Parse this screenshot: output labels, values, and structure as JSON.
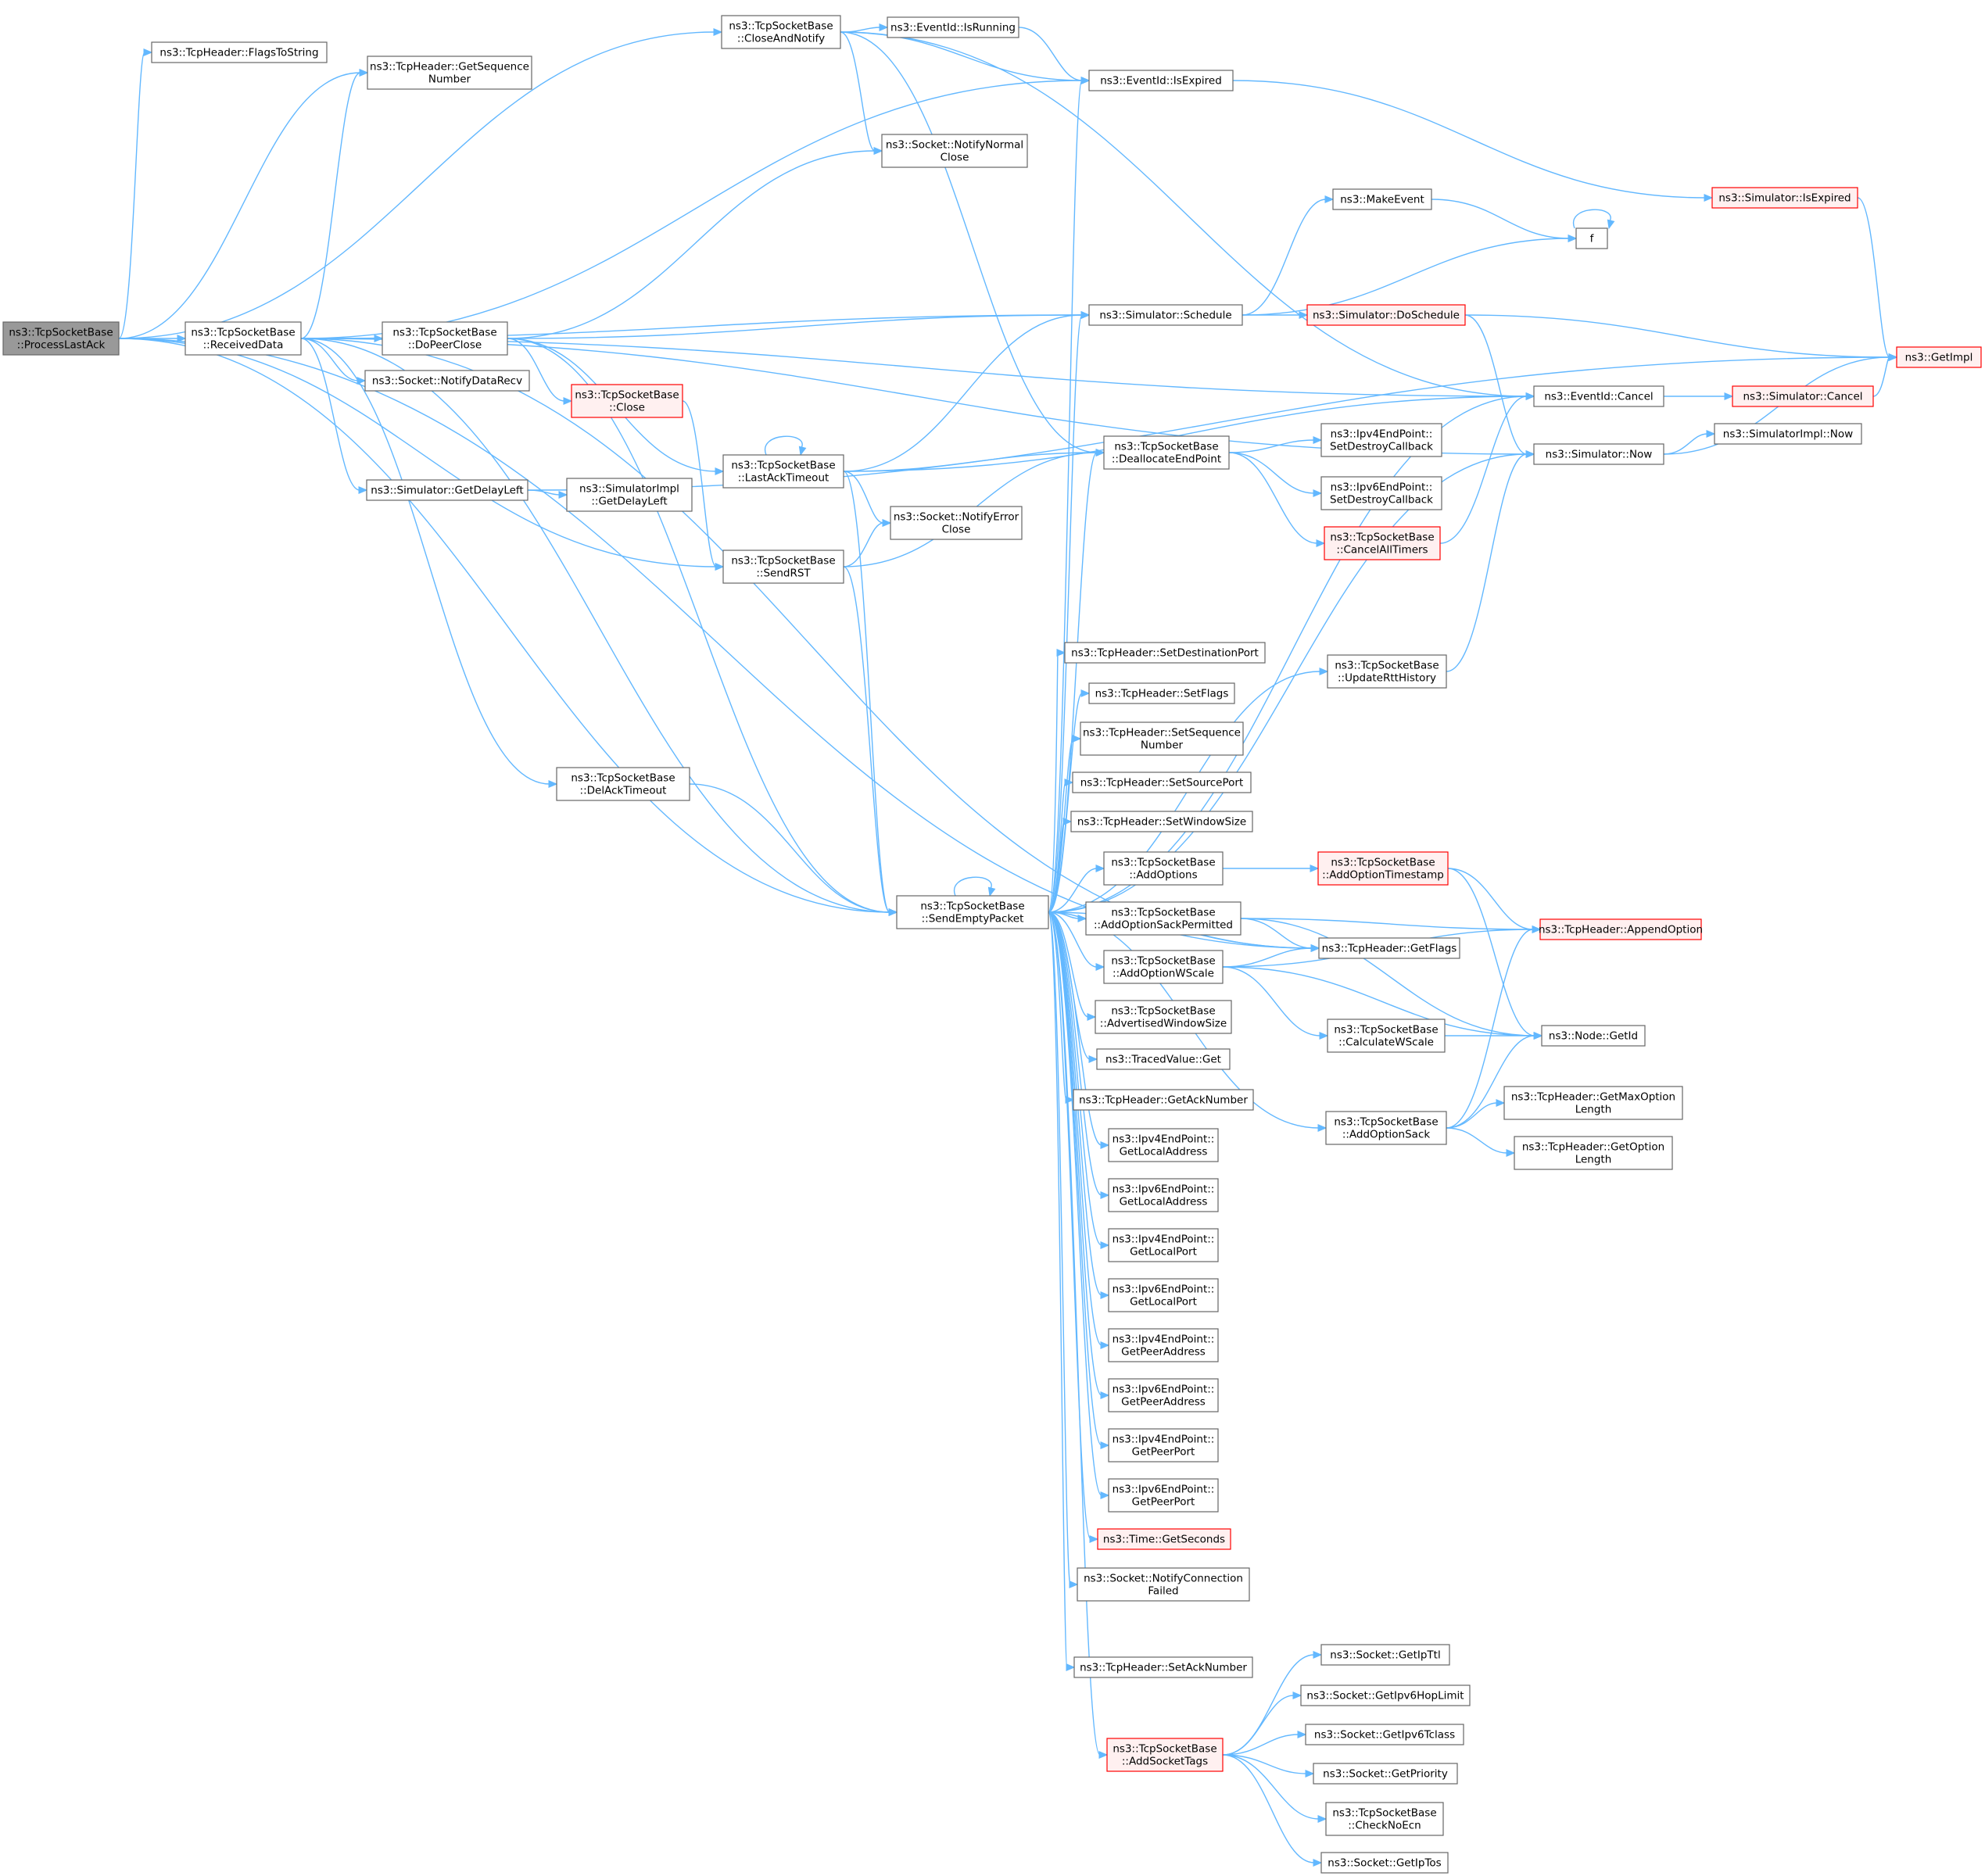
{
  "colors": {
    "edge": "#63b8ff",
    "node_fill": "#ffffff",
    "node_border": "#666666",
    "root_fill": "#999999",
    "root_border": "#666666",
    "truncated_fill": "#fff0f0",
    "truncated_border": "#ff0000",
    "text": "#000000"
  },
  "nodes": [
    {
      "id": "process_last_ack",
      "lines": [
        "ns3::TcpSocketBase",
        "::ProcessLastAck"
      ],
      "style": "root"
    },
    {
      "id": "flags_to_string",
      "lines": [
        "ns3::TcpHeader::FlagsToString"
      ],
      "style": "normal"
    },
    {
      "id": "get_sequence_number",
      "lines": [
        "ns3::TcpHeader::GetSequence",
        "Number"
      ],
      "style": "normal"
    },
    {
      "id": "close_and_notify",
      "lines": [
        "ns3::TcpSocketBase",
        "::CloseAndNotify"
      ],
      "style": "normal"
    },
    {
      "id": "received_data",
      "lines": [
        "ns3::TcpSocketBase",
        "::ReceivedData"
      ],
      "style": "normal"
    },
    {
      "id": "is_running",
      "lines": [
        "ns3::EventId::IsRunning"
      ],
      "style": "normal"
    },
    {
      "id": "event_is_expired",
      "lines": [
        "ns3::EventId::IsExpired"
      ],
      "style": "normal"
    },
    {
      "id": "notify_normal_close",
      "lines": [
        "ns3::Socket::NotifyNormal",
        "Close"
      ],
      "style": "normal"
    },
    {
      "id": "sim_is_expired",
      "lines": [
        "ns3::Simulator::IsExpired"
      ],
      "style": "truncated"
    },
    {
      "id": "make_event",
      "lines": [
        "ns3::MakeEvent"
      ],
      "style": "normal"
    },
    {
      "id": "f",
      "lines": [
        "f"
      ],
      "style": "normal"
    },
    {
      "id": "schedule",
      "lines": [
        "ns3::Simulator::Schedule"
      ],
      "style": "normal"
    },
    {
      "id": "do_schedule",
      "lines": [
        "ns3::Simulator::DoSchedule"
      ],
      "style": "truncated"
    },
    {
      "id": "get_impl",
      "lines": [
        "ns3::GetImpl"
      ],
      "style": "truncated"
    },
    {
      "id": "do_peer_close",
      "lines": [
        "ns3::TcpSocketBase",
        "::DoPeerClose"
      ],
      "style": "normal"
    },
    {
      "id": "notify_data_recv",
      "lines": [
        "ns3::Socket::NotifyDataRecv"
      ],
      "style": "normal"
    },
    {
      "id": "tsb_close",
      "lines": [
        "ns3::TcpSocketBase",
        "::Close"
      ],
      "style": "truncated"
    },
    {
      "id": "event_cancel",
      "lines": [
        "ns3::EventId::Cancel"
      ],
      "style": "normal"
    },
    {
      "id": "sim_cancel",
      "lines": [
        "ns3::Simulator::Cancel"
      ],
      "style": "truncated"
    },
    {
      "id": "dealloc_endpoint",
      "lines": [
        "ns3::TcpSocketBase",
        "::DeallocateEndPoint"
      ],
      "style": "normal"
    },
    {
      "id": "v4_set_destroy",
      "lines": [
        "ns3::Ipv4EndPoint::",
        "SetDestroyCallback"
      ],
      "style": "normal"
    },
    {
      "id": "sim_now",
      "lines": [
        "ns3::Simulator::Now"
      ],
      "style": "normal"
    },
    {
      "id": "simimpl_now",
      "lines": [
        "ns3::SimulatorImpl::Now"
      ],
      "style": "normal"
    },
    {
      "id": "last_ack_timeout",
      "lines": [
        "ns3::TcpSocketBase",
        "::LastAckTimeout"
      ],
      "style": "normal"
    },
    {
      "id": "get_delay_left",
      "lines": [
        "ns3::Simulator::GetDelayLeft"
      ],
      "style": "normal"
    },
    {
      "id": "simimpl_get_delay_left",
      "lines": [
        "ns3::SimulatorImpl",
        "::GetDelayLeft"
      ],
      "style": "normal"
    },
    {
      "id": "v6_set_destroy",
      "lines": [
        "ns3::Ipv6EndPoint::",
        "SetDestroyCallback"
      ],
      "style": "normal"
    },
    {
      "id": "notify_error_close",
      "lines": [
        "ns3::Socket::NotifyError",
        "Close"
      ],
      "style": "normal"
    },
    {
      "id": "cancel_all_timers",
      "lines": [
        "ns3::TcpSocketBase",
        "::CancelAllTimers"
      ],
      "style": "truncated"
    },
    {
      "id": "send_rst",
      "lines": [
        "ns3::TcpSocketBase",
        "::SendRST"
      ],
      "style": "normal"
    },
    {
      "id": "set_destination_port",
      "lines": [
        "ns3::TcpHeader::SetDestinationPort"
      ],
      "style": "normal"
    },
    {
      "id": "update_rtt_history",
      "lines": [
        "ns3::TcpSocketBase",
        "::UpdateRttHistory"
      ],
      "style": "normal"
    },
    {
      "id": "set_flags",
      "lines": [
        "ns3::TcpHeader::SetFlags"
      ],
      "style": "normal"
    },
    {
      "id": "set_sequence_number",
      "lines": [
        "ns3::TcpHeader::SetSequence",
        "Number"
      ],
      "style": "normal"
    },
    {
      "id": "set_source_port",
      "lines": [
        "ns3::TcpHeader::SetSourcePort"
      ],
      "style": "normal"
    },
    {
      "id": "del_ack_timeout",
      "lines": [
        "ns3::TcpSocketBase",
        "::DelAckTimeout"
      ],
      "style": "normal"
    },
    {
      "id": "set_window_size",
      "lines": [
        "ns3::TcpHeader::SetWindowSize"
      ],
      "style": "normal"
    },
    {
      "id": "add_options",
      "lines": [
        "ns3::TcpSocketBase",
        "::AddOptions"
      ],
      "style": "normal"
    },
    {
      "id": "add_option_timestamp",
      "lines": [
        "ns3::TcpSocketBase",
        "::AddOptionTimestamp"
      ],
      "style": "truncated"
    },
    {
      "id": "send_empty_packet",
      "lines": [
        "ns3::TcpSocketBase",
        "::SendEmptyPacket"
      ],
      "style": "normal"
    },
    {
      "id": "add_option_sack_permitted",
      "lines": [
        "ns3::TcpSocketBase",
        "::AddOptionSackPermitted"
      ],
      "style": "normal"
    },
    {
      "id": "append_option",
      "lines": [
        "ns3::TcpHeader::AppendOption"
      ],
      "style": "truncated"
    },
    {
      "id": "get_flags",
      "lines": [
        "ns3::TcpHeader::GetFlags"
      ],
      "style": "normal"
    },
    {
      "id": "add_option_wscale",
      "lines": [
        "ns3::TcpSocketBase",
        "::AddOptionWScale"
      ],
      "style": "normal"
    },
    {
      "id": "advertised_window_size",
      "lines": [
        "ns3::TcpSocketBase",
        "::AdvertisedWindowSize"
      ],
      "style": "normal"
    },
    {
      "id": "calculate_wscale",
      "lines": [
        "ns3::TcpSocketBase",
        "::CalculateWScale"
      ],
      "style": "normal"
    },
    {
      "id": "node_get_id",
      "lines": [
        "ns3::Node::GetId"
      ],
      "style": "normal"
    },
    {
      "id": "traced_value_get",
      "lines": [
        "ns3::TracedValue::Get"
      ],
      "style": "normal"
    },
    {
      "id": "get_ack_number",
      "lines": [
        "ns3::TcpHeader::GetAckNumber"
      ],
      "style": "normal"
    },
    {
      "id": "get_max_option_length",
      "lines": [
        "ns3::TcpHeader::GetMaxOption",
        "Length"
      ],
      "style": "normal"
    },
    {
      "id": "add_option_sack",
      "lines": [
        "ns3::TcpSocketBase",
        "::AddOptionSack"
      ],
      "style": "normal"
    },
    {
      "id": "v4_get_local_address",
      "lines": [
        "ns3::Ipv4EndPoint::",
        "GetLocalAddress"
      ],
      "style": "normal"
    },
    {
      "id": "get_option_length",
      "lines": [
        "ns3::TcpHeader::GetOption",
        "Length"
      ],
      "style": "normal"
    },
    {
      "id": "v6_get_local_address",
      "lines": [
        "ns3::Ipv6EndPoint::",
        "GetLocalAddress"
      ],
      "style": "normal"
    },
    {
      "id": "v4_get_local_port",
      "lines": [
        "ns3::Ipv4EndPoint::",
        "GetLocalPort"
      ],
      "style": "normal"
    },
    {
      "id": "v6_get_local_port",
      "lines": [
        "ns3::Ipv6EndPoint::",
        "GetLocalPort"
      ],
      "style": "normal"
    },
    {
      "id": "v4_get_peer_address",
      "lines": [
        "ns3::Ipv4EndPoint::",
        "GetPeerAddress"
      ],
      "style": "normal"
    },
    {
      "id": "v6_get_peer_address",
      "lines": [
        "ns3::Ipv6EndPoint::",
        "GetPeerAddress"
      ],
      "style": "normal"
    },
    {
      "id": "v4_get_peer_port",
      "lines": [
        "ns3::Ipv4EndPoint::",
        "GetPeerPort"
      ],
      "style": "normal"
    },
    {
      "id": "v6_get_peer_port",
      "lines": [
        "ns3::Ipv6EndPoint::",
        "GetPeerPort"
      ],
      "style": "normal"
    },
    {
      "id": "time_get_seconds",
      "lines": [
        "ns3::Time::GetSeconds"
      ],
      "style": "truncated"
    },
    {
      "id": "notify_connection_failed",
      "lines": [
        "ns3::Socket::NotifyConnection",
        "Failed"
      ],
      "style": "normal"
    },
    {
      "id": "set_ack_number",
      "lines": [
        "ns3::TcpHeader::SetAckNumber"
      ],
      "style": "normal"
    },
    {
      "id": "get_ip_ttl",
      "lines": [
        "ns3::Socket::GetIpTtl"
      ],
      "style": "normal"
    },
    {
      "id": "get_ipv6_hop_limit",
      "lines": [
        "ns3::Socket::GetIpv6HopLimit"
      ],
      "style": "normal"
    },
    {
      "id": "add_socket_tags",
      "lines": [
        "ns3::TcpSocketBase",
        "::AddSocketTags"
      ],
      "style": "truncated"
    },
    {
      "id": "get_ipv6_tclass",
      "lines": [
        "ns3::Socket::GetIpv6Tclass"
      ],
      "style": "normal"
    },
    {
      "id": "get_priority",
      "lines": [
        "ns3::Socket::GetPriority"
      ],
      "style": "normal"
    },
    {
      "id": "check_no_ecn",
      "lines": [
        "ns3::TcpSocketBase",
        "::CheckNoEcn"
      ],
      "style": "normal"
    },
    {
      "id": "get_ip_tos",
      "lines": [
        "ns3::Socket::GetIpTos"
      ],
      "style": "normal"
    }
  ],
  "edges": [
    [
      "process_last_ack",
      "received_data"
    ],
    [
      "process_last_ack",
      "flags_to_string"
    ],
    [
      "process_last_ack",
      "get_sequence_number"
    ],
    [
      "process_last_ack",
      "close_and_notify"
    ],
    [
      "process_last_ack",
      "send_rst"
    ],
    [
      "process_last_ack",
      "send_empty_packet"
    ],
    [
      "process_last_ack",
      "get_flags"
    ],
    [
      "close_and_notify",
      "is_running"
    ],
    [
      "close_and_notify",
      "event_is_expired"
    ],
    [
      "close_and_notify",
      "notify_normal_close"
    ],
    [
      "close_and_notify",
      "event_cancel"
    ],
    [
      "close_and_notify",
      "dealloc_endpoint"
    ],
    [
      "is_running",
      "event_is_expired"
    ],
    [
      "event_is_expired",
      "sim_is_expired"
    ],
    [
      "sim_is_expired",
      "get_impl"
    ],
    [
      "make_event",
      "f"
    ],
    [
      "f",
      "f"
    ],
    [
      "schedule",
      "make_event"
    ],
    [
      "schedule",
      "f"
    ],
    [
      "schedule",
      "do_schedule"
    ],
    [
      "do_schedule",
      "get_impl"
    ],
    [
      "do_schedule",
      "sim_now"
    ],
    [
      "received_data",
      "get_sequence_number"
    ],
    [
      "received_data",
      "event_is_expired"
    ],
    [
      "received_data",
      "event_cancel"
    ],
    [
      "received_data",
      "sim_now"
    ],
    [
      "received_data",
      "schedule"
    ],
    [
      "received_data",
      "do_peer_close"
    ],
    [
      "received_data",
      "notify_data_recv"
    ],
    [
      "received_data",
      "get_delay_left"
    ],
    [
      "received_data",
      "get_flags"
    ],
    [
      "received_data",
      "del_ack_timeout"
    ],
    [
      "received_data",
      "send_empty_packet"
    ],
    [
      "do_peer_close",
      "notify_normal_close"
    ],
    [
      "do_peer_close",
      "schedule"
    ],
    [
      "do_peer_close",
      "tsb_close"
    ],
    [
      "do_peer_close",
      "last_ack_timeout"
    ],
    [
      "do_peer_close",
      "send_empty_packet"
    ],
    [
      "tsb_close",
      "send_rst"
    ],
    [
      "event_cancel",
      "sim_cancel"
    ],
    [
      "sim_cancel",
      "get_impl"
    ],
    [
      "sim_now",
      "simimpl_now"
    ],
    [
      "sim_now",
      "get_impl"
    ],
    [
      "dealloc_endpoint",
      "v4_set_destroy"
    ],
    [
      "dealloc_endpoint",
      "v6_set_destroy"
    ],
    [
      "dealloc_endpoint",
      "cancel_all_timers"
    ],
    [
      "cancel_all_timers",
      "event_cancel"
    ],
    [
      "last_ack_timeout",
      "last_ack_timeout"
    ],
    [
      "last_ack_timeout",
      "schedule"
    ],
    [
      "last_ack_timeout",
      "event_cancel"
    ],
    [
      "last_ack_timeout",
      "dealloc_endpoint"
    ],
    [
      "last_ack_timeout",
      "notify_error_close"
    ],
    [
      "last_ack_timeout",
      "send_empty_packet"
    ],
    [
      "get_delay_left",
      "simimpl_get_delay_left"
    ],
    [
      "get_delay_left",
      "get_impl"
    ],
    [
      "send_rst",
      "notify_error_close"
    ],
    [
      "send_rst",
      "dealloc_endpoint"
    ],
    [
      "send_rst",
      "send_empty_packet"
    ],
    [
      "update_rtt_history",
      "sim_now"
    ],
    [
      "del_ack_timeout",
      "send_empty_packet"
    ],
    [
      "send_empty_packet",
      "send_empty_packet"
    ],
    [
      "send_empty_packet",
      "event_is_expired"
    ],
    [
      "send_empty_packet",
      "schedule"
    ],
    [
      "send_empty_packet",
      "event_cancel"
    ],
    [
      "send_empty_packet",
      "sim_now"
    ],
    [
      "send_empty_packet",
      "dealloc_endpoint"
    ],
    [
      "send_empty_packet",
      "update_rtt_history"
    ],
    [
      "send_empty_packet",
      "set_destination_port"
    ],
    [
      "send_empty_packet",
      "set_flags"
    ],
    [
      "send_empty_packet",
      "set_sequence_number"
    ],
    [
      "send_empty_packet",
      "set_source_port"
    ],
    [
      "send_empty_packet",
      "set_window_size"
    ],
    [
      "send_empty_packet",
      "add_options"
    ],
    [
      "send_empty_packet",
      "add_option_sack_permitted"
    ],
    [
      "send_empty_packet",
      "add_option_wscale"
    ],
    [
      "send_empty_packet",
      "advertised_window_size"
    ],
    [
      "send_empty_packet",
      "traced_value_get"
    ],
    [
      "send_empty_packet",
      "get_ack_number"
    ],
    [
      "send_empty_packet",
      "v4_get_local_address"
    ],
    [
      "send_empty_packet",
      "v6_get_local_address"
    ],
    [
      "send_empty_packet",
      "v4_get_local_port"
    ],
    [
      "send_empty_packet",
      "v6_get_local_port"
    ],
    [
      "send_empty_packet",
      "v4_get_peer_address"
    ],
    [
      "send_empty_packet",
      "v6_get_peer_address"
    ],
    [
      "send_empty_packet",
      "v4_get_peer_port"
    ],
    [
      "send_empty_packet",
      "v6_get_peer_port"
    ],
    [
      "send_empty_packet",
      "time_get_seconds"
    ],
    [
      "send_empty_packet",
      "notify_connection_failed"
    ],
    [
      "send_empty_packet",
      "get_flags"
    ],
    [
      "send_empty_packet",
      "set_ack_number"
    ],
    [
      "send_empty_packet",
      "add_socket_tags"
    ],
    [
      "send_empty_packet",
      "add_option_sack"
    ],
    [
      "add_options",
      "add_option_timestamp"
    ],
    [
      "add_option_timestamp",
      "append_option"
    ],
    [
      "add_option_timestamp",
      "node_get_id"
    ],
    [
      "add_option_sack_permitted",
      "append_option"
    ],
    [
      "add_option_sack_permitted",
      "get_flags"
    ],
    [
      "add_option_sack_permitted",
      "node_get_id"
    ],
    [
      "add_option_wscale",
      "get_flags"
    ],
    [
      "add_option_wscale",
      "append_option"
    ],
    [
      "add_option_wscale",
      "calculate_wscale"
    ],
    [
      "add_option_wscale",
      "node_get_id"
    ],
    [
      "calculate_wscale",
      "node_get_id"
    ],
    [
      "add_option_sack",
      "append_option"
    ],
    [
      "add_option_sack",
      "node_get_id"
    ],
    [
      "add_option_sack",
      "get_max_option_length"
    ],
    [
      "add_option_sack",
      "get_option_length"
    ],
    [
      "add_socket_tags",
      "get_ip_ttl"
    ],
    [
      "add_socket_tags",
      "get_ipv6_hop_limit"
    ],
    [
      "add_socket_tags",
      "get_ipv6_tclass"
    ],
    [
      "add_socket_tags",
      "get_priority"
    ],
    [
      "add_socket_tags",
      "check_no_ecn"
    ],
    [
      "add_socket_tags",
      "get_ip_tos"
    ]
  ]
}
